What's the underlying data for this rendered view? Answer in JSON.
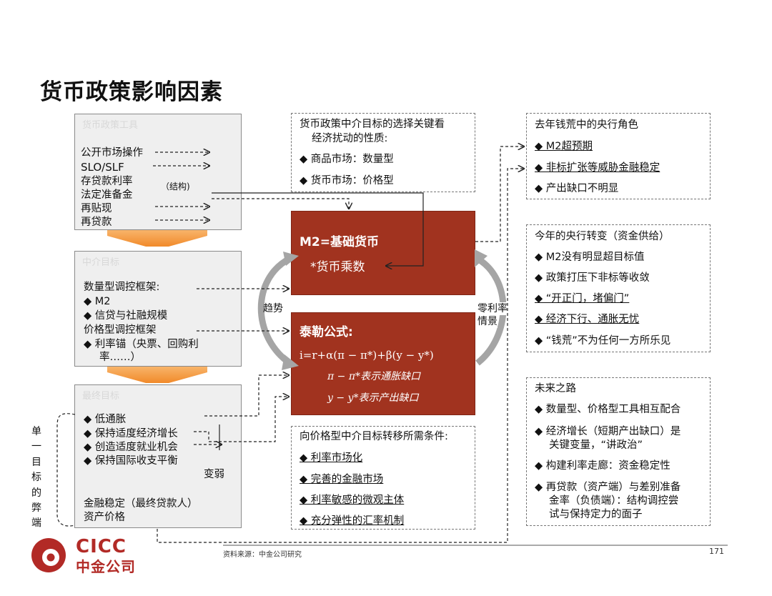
{
  "title": "货币政策影响因素",
  "box1": {
    "items": [
      "公开市场操作",
      "SLO/SLF",
      "存贷款利率",
      "法定准备金",
      "再贴现",
      "再贷款"
    ],
    "note": "（结构)"
  },
  "box2": {
    "lines": [
      "数量型调控框架:",
      "◆ M2",
      "◆ 信贷与社融规模",
      "价格型调控框架",
      "◆ 利率锚（央票、回购利",
      "率……）"
    ]
  },
  "box3": {
    "lines": [
      "◆ 低通胀",
      "◆ 保持适度经济增长",
      "◆ 创造适度就业机会",
      "◆ 保持国际收支平衡"
    ],
    "weak_label": "变弱",
    "bottom": [
      "金融稳定（最终贷款人）",
      "资产价格"
    ]
  },
  "side_vertical": [
    "单",
    "一",
    "目",
    "标",
    "的",
    "弊",
    "端"
  ],
  "center_top_box": {
    "lines": [
      "货币政策中介目标的选择关键看",
      "经济扰动的性质:",
      "◆ 商品市场：数量型",
      "◆ 货币市场：价格型"
    ]
  },
  "red_box_1": {
    "line1": "M2=基础货币",
    "line2": "*货币乘数"
  },
  "red_box_2": {
    "title": "泰勒公式:",
    "formula": "i=r+α(π − π*)+β(y − y*)",
    "note1": "π − π*表示通胀缺口",
    "note2": "y − y*表示产出缺口"
  },
  "trend_label": "趋势",
  "zero_rate_label": [
    "零利率",
    "情景"
  ],
  "center_bottom_box": {
    "title": "向价格型中介目标转移所需条件:",
    "items": [
      "◆ 利率市场化",
      "◆ 完善的金融市场",
      "◆ 利率敏感的微观主体",
      "◆ 充分弹性的汇率机制"
    ]
  },
  "right_box_1": {
    "title": "去年钱荒中的央行角色",
    "items": [
      "◆ M2超预期",
      "◆ 非标扩张等威胁金融稳定",
      "◆ 产出缺口不明显"
    ]
  },
  "right_box_2": {
    "title": "今年的央行转变（资金供给）",
    "items": [
      "◆ M2没有明显超目标值",
      "◆ 政策打压下非标等收敛",
      "◆ “开正门，堵偏门”",
      "◆ 经济下行、通胀无忧",
      "◆ “钱荒”不为任何一方所乐见"
    ]
  },
  "right_box_3": {
    "title": "未来之路",
    "items": [
      "◆ 数量型、价格型工具相互配合",
      "◆ 经济增长（短期产出缺口）是",
      "关键变量，“讲政治”",
      "◆ 构建利率走廊：资金稳定性",
      "◆ 再贷款（资产端）与差别准备",
      "金率（负债端）：结构调控尝",
      "试与保持定力的面子"
    ]
  },
  "footer": {
    "source": "资料来源：中金公司研究",
    "page": "171",
    "logo_en": "CICC",
    "logo_cn": "中金公司"
  },
  "colors": {
    "red": "#a1331f",
    "orange": "#f4a04a",
    "logo_red": "#b22a26"
  }
}
